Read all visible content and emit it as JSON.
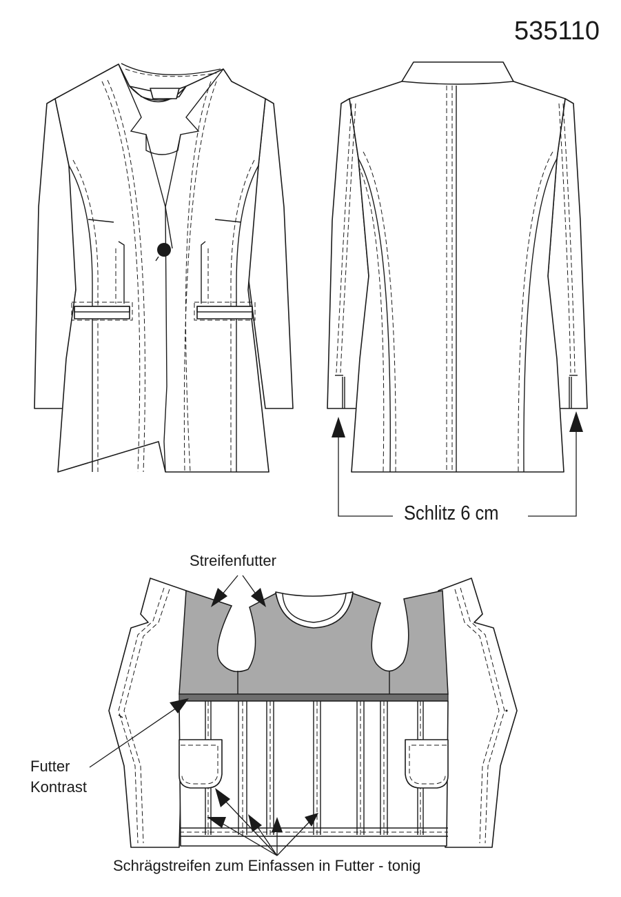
{
  "header": {
    "model_number": "535110"
  },
  "back_view": {
    "slit_label": "Schlitz 6 cm"
  },
  "lining_view": {
    "stripe_lining_label": "Streifenfutter",
    "contrast_label_line1": "Futter",
    "contrast_label_line2": "Kontrast",
    "bias_tape_label": "Schrägstreifen zum Einfassen in Futter - tonig"
  },
  "colors": {
    "ink": "#1a1a1a",
    "lining_fill": "#a9a9a9",
    "contrast_band": "#6e6e6e",
    "paper": "#ffffff"
  }
}
